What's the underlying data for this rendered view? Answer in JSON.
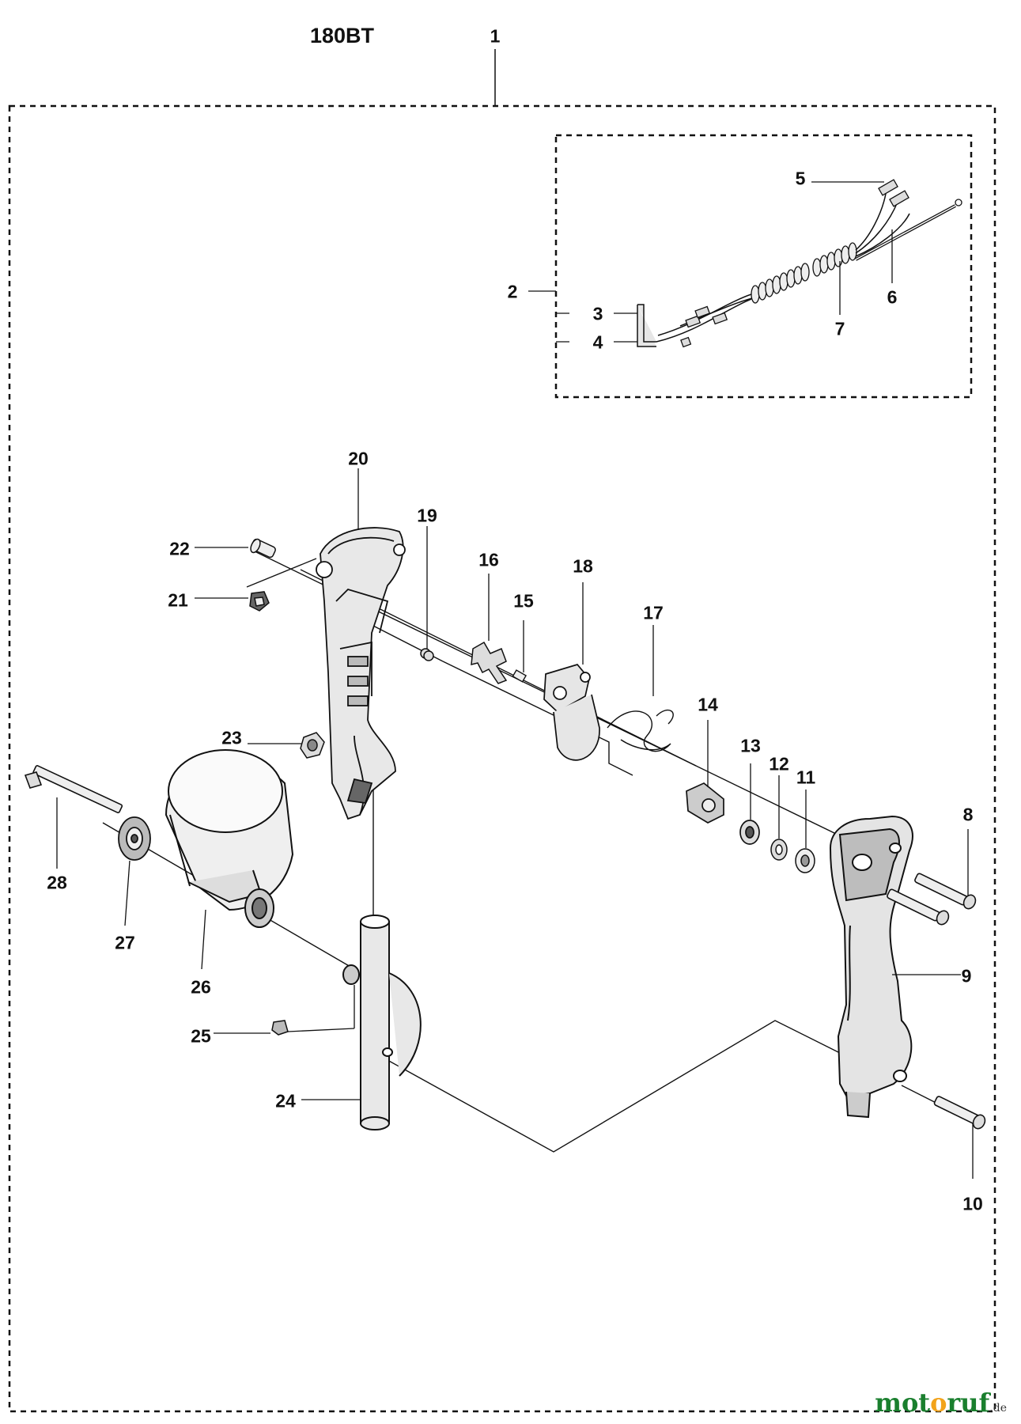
{
  "title": "180BT",
  "callouts": [
    {
      "id": "1",
      "label": "1"
    },
    {
      "id": "2",
      "label": "2"
    },
    {
      "id": "3",
      "label": "3"
    },
    {
      "id": "4",
      "label": "4"
    },
    {
      "id": "5",
      "label": "5"
    },
    {
      "id": "6",
      "label": "6"
    },
    {
      "id": "7",
      "label": "7"
    },
    {
      "id": "8",
      "label": "8"
    },
    {
      "id": "9",
      "label": "9"
    },
    {
      "id": "10",
      "label": "10"
    },
    {
      "id": "11",
      "label": "11"
    },
    {
      "id": "12",
      "label": "12"
    },
    {
      "id": "13",
      "label": "13"
    },
    {
      "id": "14",
      "label": "14"
    },
    {
      "id": "15",
      "label": "15"
    },
    {
      "id": "16",
      "label": "16"
    },
    {
      "id": "17",
      "label": "17"
    },
    {
      "id": "18",
      "label": "18"
    },
    {
      "id": "19",
      "label": "19"
    },
    {
      "id": "20",
      "label": "20"
    },
    {
      "id": "21",
      "label": "21"
    },
    {
      "id": "22",
      "label": "22"
    },
    {
      "id": "23",
      "label": "23"
    },
    {
      "id": "24",
      "label": "24"
    },
    {
      "id": "25",
      "label": "25"
    },
    {
      "id": "26",
      "label": "26"
    },
    {
      "id": "27",
      "label": "27"
    },
    {
      "id": "28",
      "label": "28"
    }
  ],
  "watermark": {
    "brand_a": "mot",
    "brand_o": "o",
    "brand_b": "ruf",
    "suffix": ".de"
  },
  "colors": {
    "line": "#111111",
    "part_fill": "#dcdcdc",
    "part_dark": "#555555",
    "watermark_green": "#1a7f2e",
    "watermark_orange": "#f2a31b"
  }
}
